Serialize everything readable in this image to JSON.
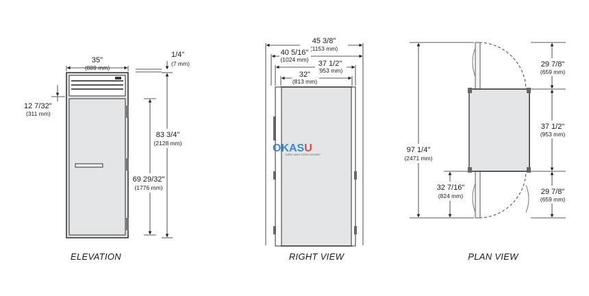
{
  "watermark": {
    "text_blue": "OKAS",
    "text_red": "U",
    "subtitle": "ĐIỆN LẠNH CÔNG NGHIỆP"
  },
  "captions": {
    "elevation": "ELEVATION",
    "right_view": "RIGHT VIEW",
    "plan_view": "PLAN VIEW"
  },
  "colors": {
    "panel": "#e4e5e6",
    "outline": "#2b2b2b",
    "line": "#222222",
    "watermark_blue": "#2a7fd0",
    "watermark_red": "#e03a2a"
  },
  "elevation": {
    "width": {
      "in": "35\"",
      "mm": "(889 mm)"
    },
    "top_offset": {
      "in": "1/4\"",
      "mm": "(7 mm)"
    },
    "vent_height": {
      "in": "12 7/32\"",
      "mm": "(311 mm)"
    },
    "total_height": {
      "in": "83 3/4\"",
      "mm": "(2128 mm)"
    },
    "door_height": {
      "in": "69 29/32\"",
      "mm": "(1776 mm)"
    }
  },
  "right_view": {
    "overall_depth": {
      "in": "45 3/8\"",
      "mm": "(1153 mm)"
    },
    "depth_2": {
      "in": "40 5/16\"",
      "mm": "(1024 mm)"
    },
    "depth_3": {
      "in": "37 1/2\"",
      "mm": "(953 mm)"
    },
    "cabinet_depth": {
      "in": "32\"",
      "mm": "(813 mm)"
    }
  },
  "plan_view": {
    "top_clearance": {
      "in": "29 7/8\"",
      "mm": "(659 mm)"
    },
    "body_depth": {
      "in": "37 1/2\"",
      "mm": "(953 mm)"
    },
    "bottom_clearance": {
      "in": "29 7/8\"",
      "mm": "(659 mm)"
    },
    "total_depth": {
      "in": "97 1/4\"",
      "mm": "(2471 mm)"
    },
    "door_swing": {
      "in": "32 7/16\"",
      "mm": "(824 mm)"
    }
  }
}
